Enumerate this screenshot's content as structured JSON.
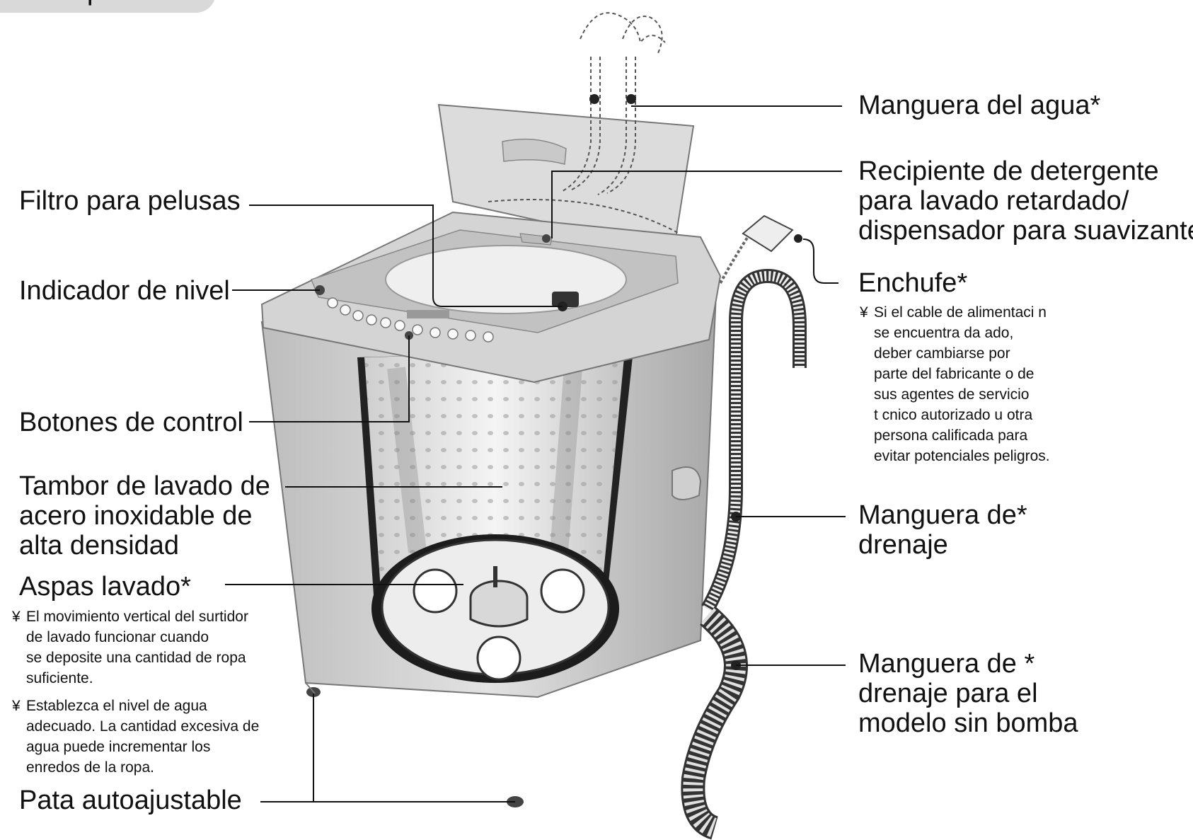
{
  "header": {
    "section_title": "Cuerpo"
  },
  "labels": {
    "filtro": "Filtro para pelusas",
    "indicador": "Indicador de nivel",
    "botones": "Botones de control",
    "tambor": [
      "Tambor de lavado de",
      "acero inoxidable de",
      "alta densidad"
    ],
    "aspas": "Aspas lavado*",
    "pata": "Pata autoajustable",
    "manguera_agua": "Manguera del agua*",
    "recipiente": [
      "Recipiente de detergente",
      "para lavado retardado/",
      "dispensador para suavizante"
    ],
    "enchufe": "Enchufe*",
    "manguera_drenaje": [
      "Manguera de*",
      "drenaje"
    ],
    "manguera_sin_bomba": [
      "Manguera de *",
      "drenaje para el",
      "modelo sin bomba"
    ]
  },
  "notes": {
    "enchufe_note": {
      "bullet": "¥",
      "lines": [
        "Si el cable de alimentaci n",
        "se encuentra da ado,",
        "deber  cambiarse por",
        "parte del fabricante o de",
        "sus agentes de servicio",
        "t cnico autorizado u otra",
        "persona calificada para",
        "evitar potenciales peligros."
      ]
    },
    "aspas_note_1": {
      "bullet": "¥",
      "lines": [
        "El movimiento vertical del surtidor",
        "de lavado funcionar  cuando",
        "se deposite una cantidad de ropa",
        "suficiente."
      ]
    },
    "aspas_note_2": {
      "bullet": "¥",
      "lines": [
        "Establezca el nivel de agua",
        "adecuado. La cantidad excesiva de",
        "agua puede incrementar los",
        "enredos de la ropa."
      ]
    }
  }
}
